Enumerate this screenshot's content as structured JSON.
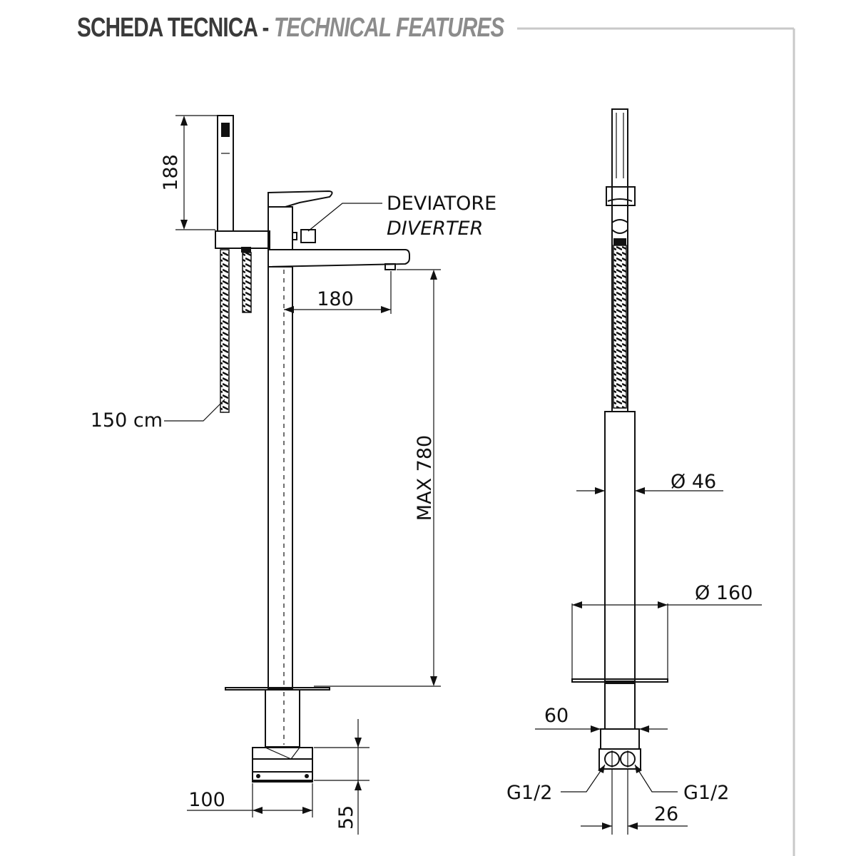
{
  "header": {
    "title_it": "SCHEDA TECNICA -",
    "title_en": "TECHNICAL FEATURES"
  },
  "dimensions": {
    "hand_shower_height": "188",
    "spout_reach": "180",
    "hose_length": "150 cm",
    "max_height": "MAX  780",
    "base_width": "100",
    "base_height": "55",
    "column_diameter": "Ø 46",
    "plate_diameter": "Ø 160",
    "inlet_width": "60",
    "inlet_spacing": "26",
    "inlet_left": "G1/2",
    "inlet_right": "G1/2"
  },
  "callouts": {
    "diverter_it": "DEVIATORE",
    "diverter_en": "DIVERTER"
  }
}
